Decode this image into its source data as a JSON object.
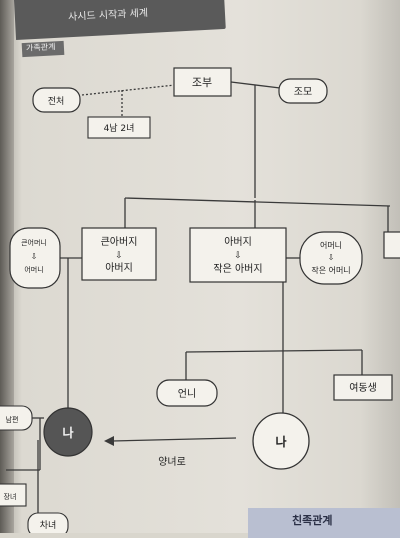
{
  "header": {
    "title": "사시드 시작과 세계",
    "tag": "가족관계"
  },
  "nodes": {
    "grandfather": "조부",
    "grandmother": "조모",
    "first_wife": "전처",
    "children_count": "4남 2녀",
    "big_mother": "큰어머니",
    "big_father_top": "큰아버지",
    "big_father_bottom": "아버지",
    "father_top": "아버지",
    "father_bottom": "작은 아버지",
    "mother_top": "어머니",
    "mother_bottom": "작은 어머니",
    "elder_sister": "언니",
    "younger_sibling": "여동생",
    "me_adopted": "나",
    "me_original": "나",
    "adoption_label": "양녀로",
    "left_partial": "남편",
    "left_child1": "장녀",
    "left_child2": "차녀",
    "down_arrow": "⇩"
  },
  "footer": {
    "label": "친족관계"
  },
  "colors": {
    "line": "#3a3a3a",
    "node_fill": "#f4f2ec",
    "me_fill": "#555555"
  }
}
